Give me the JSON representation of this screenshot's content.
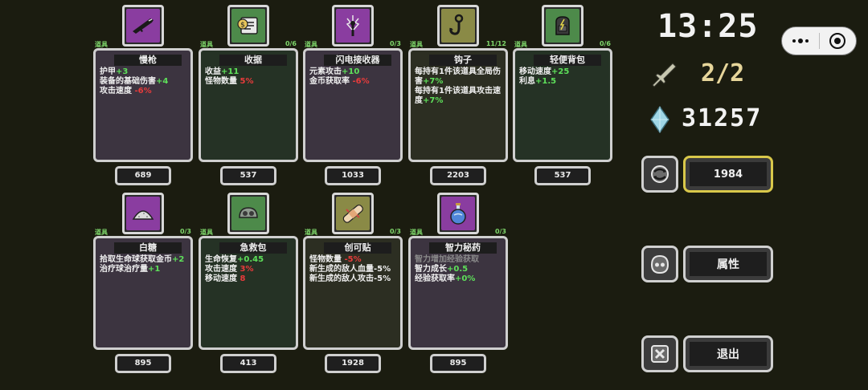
{
  "shop": {
    "cards": [
      {
        "name": "慢枪",
        "tag": "道具",
        "count": "",
        "price": "689",
        "color": "purple",
        "icon": "gun-icon",
        "stats": [
          [
            [
              "护甲",
              "n"
            ],
            [
              "+3",
              "p"
            ]
          ],
          [
            [
              "装备的基础伤害",
              "n"
            ],
            [
              "+4",
              "p"
            ]
          ],
          [
            [
              "攻击速度 ",
              "n"
            ],
            [
              "-6%",
              "m"
            ]
          ]
        ]
      },
      {
        "name": "收据",
        "tag": "道具",
        "count": "0/6",
        "price": "537",
        "color": "green",
        "icon": "receipt-icon",
        "stats": [
          [
            [
              "收益",
              "n"
            ],
            [
              "+11",
              "p"
            ]
          ],
          [
            [
              "怪物数量 ",
              "n"
            ],
            [
              "5%",
              "m"
            ]
          ]
        ]
      },
      {
        "name": "闪电接收器",
        "tag": "道具",
        "count": "0/3",
        "price": "1033",
        "color": "purple",
        "icon": "lightning-receiver-icon",
        "stats": [
          [
            [
              "元素攻击",
              "n"
            ],
            [
              "+10",
              "p"
            ]
          ],
          [
            [
              "金币获取率 ",
              "n"
            ],
            [
              "-6%",
              "m"
            ]
          ]
        ]
      },
      {
        "name": "钩子",
        "tag": "道具",
        "count": "11/12",
        "price": "2203",
        "color": "olive",
        "icon": "hook-icon",
        "stats": [
          [
            [
              "每持有1件该道具全局伤害",
              "n"
            ],
            [
              "+7%",
              "p"
            ]
          ],
          [
            [
              "每持有1件该道具攻击速度",
              "n"
            ],
            [
              "+7%",
              "p"
            ]
          ]
        ]
      },
      {
        "name": "轻便背包",
        "tag": "道具",
        "count": "0/6",
        "price": "537",
        "color": "green",
        "icon": "backpack-icon",
        "stats": [
          [
            [
              "移动速度",
              "n"
            ],
            [
              "+25",
              "p"
            ]
          ],
          [
            [
              "利息",
              "n"
            ],
            [
              "+1.5",
              "p"
            ]
          ]
        ]
      },
      {
        "name": "白糖",
        "tag": "道具",
        "count": "0/3",
        "price": "895",
        "color": "purple",
        "icon": "sugar-icon",
        "stats": [
          [
            [
              "拾取生命球获取金币",
              "n"
            ],
            [
              "+2",
              "p"
            ]
          ],
          [
            [
              "治疗球治疗量",
              "n"
            ],
            [
              "+1",
              "p"
            ]
          ]
        ]
      },
      {
        "name": "急救包",
        "tag": "道具",
        "count": "",
        "price": "413",
        "color": "green",
        "icon": "first-aid-kit-icon",
        "stats": [
          [
            [
              "生命恢复",
              "n"
            ],
            [
              "+0.45",
              "p"
            ]
          ],
          [
            [
              "攻击速度 ",
              "n"
            ],
            [
              "3%",
              "m"
            ]
          ],
          [
            [
              "移动速度 ",
              "n"
            ],
            [
              "8",
              "m"
            ]
          ]
        ]
      },
      {
        "name": "创可贴",
        "tag": "道具",
        "count": "0/3",
        "price": "1928",
        "color": "olive",
        "icon": "band-aid-icon",
        "stats": [
          [
            [
              "怪物数量 ",
              "n"
            ],
            [
              "-5%",
              "m"
            ]
          ],
          [
            [
              "新生成的敌人血量-5%",
              "n"
            ]
          ],
          [
            [
              "新生成的敌人攻击-5%",
              "n"
            ]
          ]
        ]
      },
      {
        "name": "智力秘药",
        "tag": "道具",
        "count": "0/3",
        "price": "895",
        "color": "purple",
        "icon": "potion-icon",
        "stats": [
          [
            [
              "智力增加经验获取",
              "f"
            ]
          ],
          [
            [
              "智力成长",
              "n"
            ],
            [
              "+0.5",
              "p"
            ]
          ],
          [
            [
              "经验获取率",
              "n"
            ],
            [
              "+0%",
              "p"
            ]
          ]
        ]
      }
    ]
  },
  "hud": {
    "time": "13:25",
    "wave": "2/2",
    "gold": "31257",
    "refresh_cost": "1984",
    "attributes_label": "属性",
    "exit_label": "退出"
  },
  "colors": {
    "purple": "#8a3da0",
    "green": "#4d8a4a",
    "olive": "#8a8a46",
    "plus": "#5ee05a",
    "minus": "#e83b3b",
    "refresh_border": "#d9c84a"
  }
}
